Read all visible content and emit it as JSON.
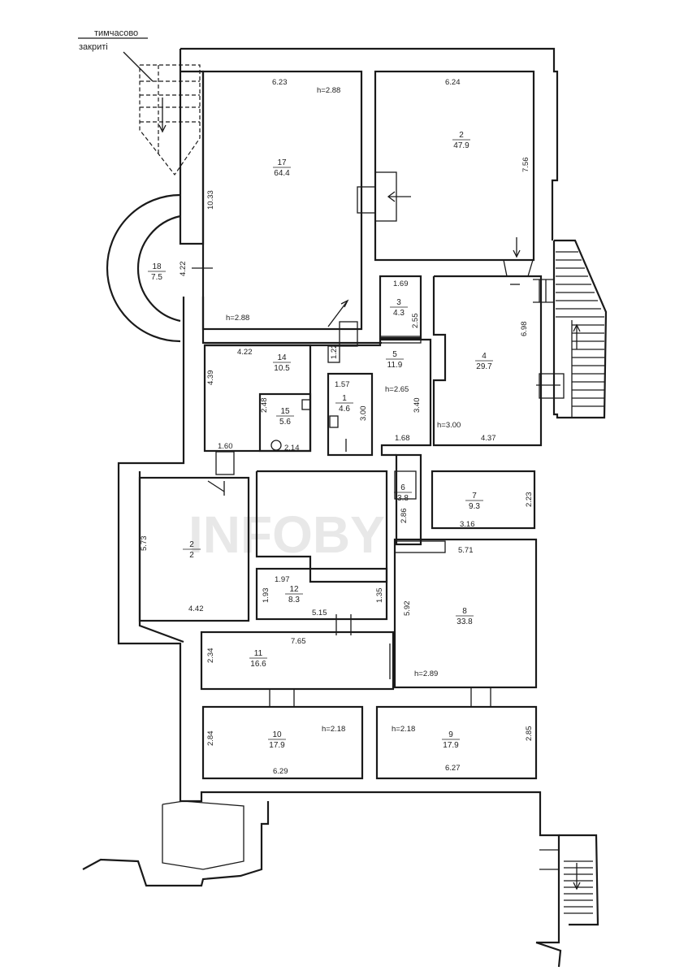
{
  "note": "тимчасово закриті",
  "rooms": [
    {
      "id": "room-1",
      "num": "1",
      "area": "4.6"
    },
    {
      "id": "room-2",
      "num": "2",
      "area": "47.9"
    },
    {
      "id": "room-3",
      "num": "3",
      "area": "4.3"
    },
    {
      "id": "room-4",
      "num": "4",
      "area": "29.7"
    },
    {
      "id": "room-5",
      "num": "5",
      "area": "11.9"
    },
    {
      "id": "room-6",
      "num": "6",
      "area": "3.8"
    },
    {
      "id": "room-7",
      "num": "7",
      "area": "9.3"
    },
    {
      "id": "room-8",
      "num": "8",
      "area": "33.8"
    },
    {
      "id": "room-9",
      "num": "9",
      "area": "17.9"
    },
    {
      "id": "room-10",
      "num": "10",
      "area": "17.9"
    },
    {
      "id": "room-11",
      "num": "11",
      "area": "16.6"
    },
    {
      "id": "room-12",
      "num": "12",
      "area": "8.3"
    },
    {
      "id": "room-13",
      "num": "2",
      "area": "2"
    },
    {
      "id": "room-14",
      "num": "14",
      "area": "10.5"
    },
    {
      "id": "room-15",
      "num": "15",
      "area": "5.6"
    },
    {
      "id": "room-17",
      "num": "17",
      "area": "64.4"
    },
    {
      "id": "room-18",
      "num": "18",
      "area": "7.5"
    }
  ],
  "dimensions": [
    "6.23",
    "h=2.88",
    "10.33",
    "h=2.88",
    "6.24",
    "7.56",
    "4.22",
    "1.69",
    "2.55",
    "6.98",
    "h=3.00",
    "4.37",
    "4.22",
    "1.22",
    "4.39",
    "2.48",
    "1.57",
    "3.00",
    "h=2.65",
    "3.40",
    "1.68",
    "2.14",
    "1.60",
    "2.86",
    "2.23",
    "3.16",
    "5.71",
    "5.73",
    "4.42",
    "1.97",
    "1.93",
    "1.35",
    "5.15",
    "5.92",
    "h=2.89",
    "7.65",
    "2.34",
    "2.84",
    "h=2.18",
    "6.29",
    "h=2.18",
    "2.85",
    "6.27"
  ]
}
